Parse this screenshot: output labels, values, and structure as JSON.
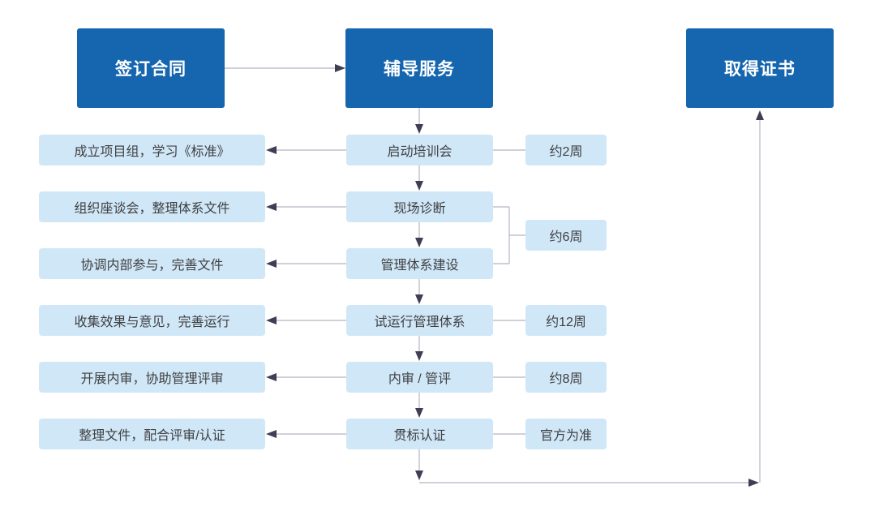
{
  "diagram": {
    "phases": [
      {
        "id": "sign-contract",
        "label": "签订合同"
      },
      {
        "id": "coaching-service",
        "label": "辅导服务"
      },
      {
        "id": "obtain-certificate",
        "label": "取得证书"
      }
    ],
    "steps": [
      {
        "label": "启动培训会",
        "task": "成立项目组，学习《标准》",
        "duration": "约2周"
      },
      {
        "label": "现场诊断",
        "task": "组织座谈会，整理体系文件",
        "duration": "约6周"
      },
      {
        "label": "管理体系建设",
        "task": "协调内部参与，完善文件",
        "duration": "约6周"
      },
      {
        "label": "试运行管理体系",
        "task": "收集效果与意见，完善运行",
        "duration": "约12周"
      },
      {
        "label": "内审 / 管评",
        "task": "开展内审，协助管理评审",
        "duration": "约8周"
      },
      {
        "label": "贯标认证",
        "task": "整理文件，配合评审/认证",
        "duration": "官方为准"
      }
    ],
    "colors": {
      "phase_bg": "#1566ae",
      "phase_text": "#ffffff",
      "step_bg": "#d0e7f8",
      "step_text": "#3f3f40",
      "line": "#b3b3c2",
      "arrowhead": "#3e3e54"
    }
  }
}
